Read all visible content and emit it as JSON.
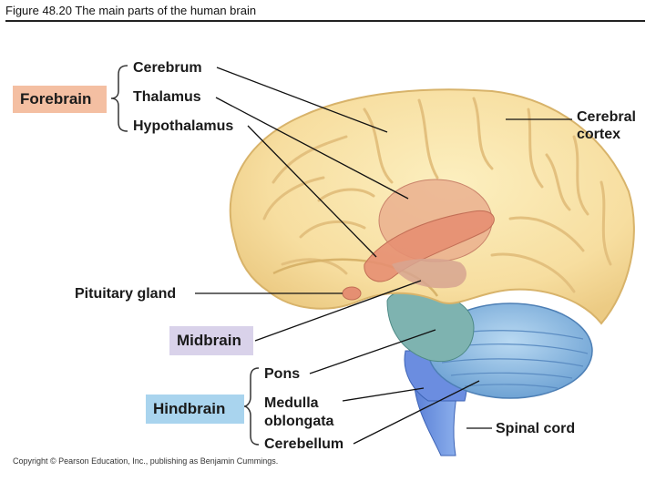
{
  "figure_title": "Figure 48.20  The main parts of the human brain",
  "groups": {
    "forebrain": {
      "label": "Forebrain",
      "color": "#f4bfa2"
    },
    "midbrain": {
      "label": "Midbrain",
      "color": "#d9d2ea"
    },
    "hindbrain": {
      "label": "Hindbrain",
      "color": "#a9d4ee"
    }
  },
  "labels": {
    "cerebrum": "Cerebrum",
    "thalamus": "Thalamus",
    "hypothalamus": "Hypothalamus",
    "cerebral_cortex_line1": "Cerebral",
    "cerebral_cortex_line2": "cortex",
    "pituitary_gland": "Pituitary gland",
    "pons": "Pons",
    "medulla_line1": "Medulla",
    "medulla_line2": "oblongata",
    "cerebellum": "Cerebellum",
    "spinal_cord": "Spinal cord"
  },
  "copyright": "Copyright © Pearson Education, Inc., publishing as Benjamin Cummings."
}
